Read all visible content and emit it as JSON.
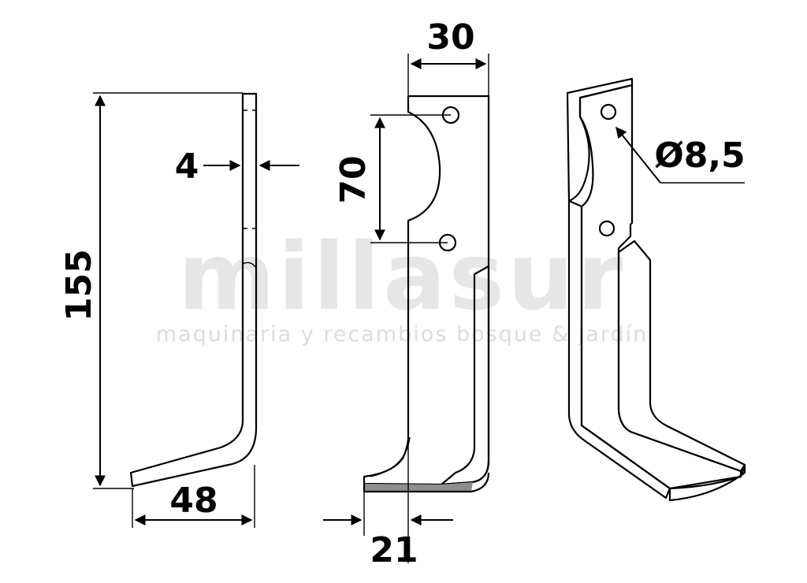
{
  "watermark": {
    "brand": "millasur",
    "tagline": "maquinaria y recambios bosque & jardín"
  },
  "dimensions": {
    "height": "155",
    "thickness": "4",
    "foot_length": "48",
    "width": "30",
    "hole_spacing": "70",
    "offset": "21",
    "hole_diameter": "Ø8,5"
  },
  "colors": {
    "blade": "#b9b9b9",
    "watermark": "#e6e6e6"
  }
}
